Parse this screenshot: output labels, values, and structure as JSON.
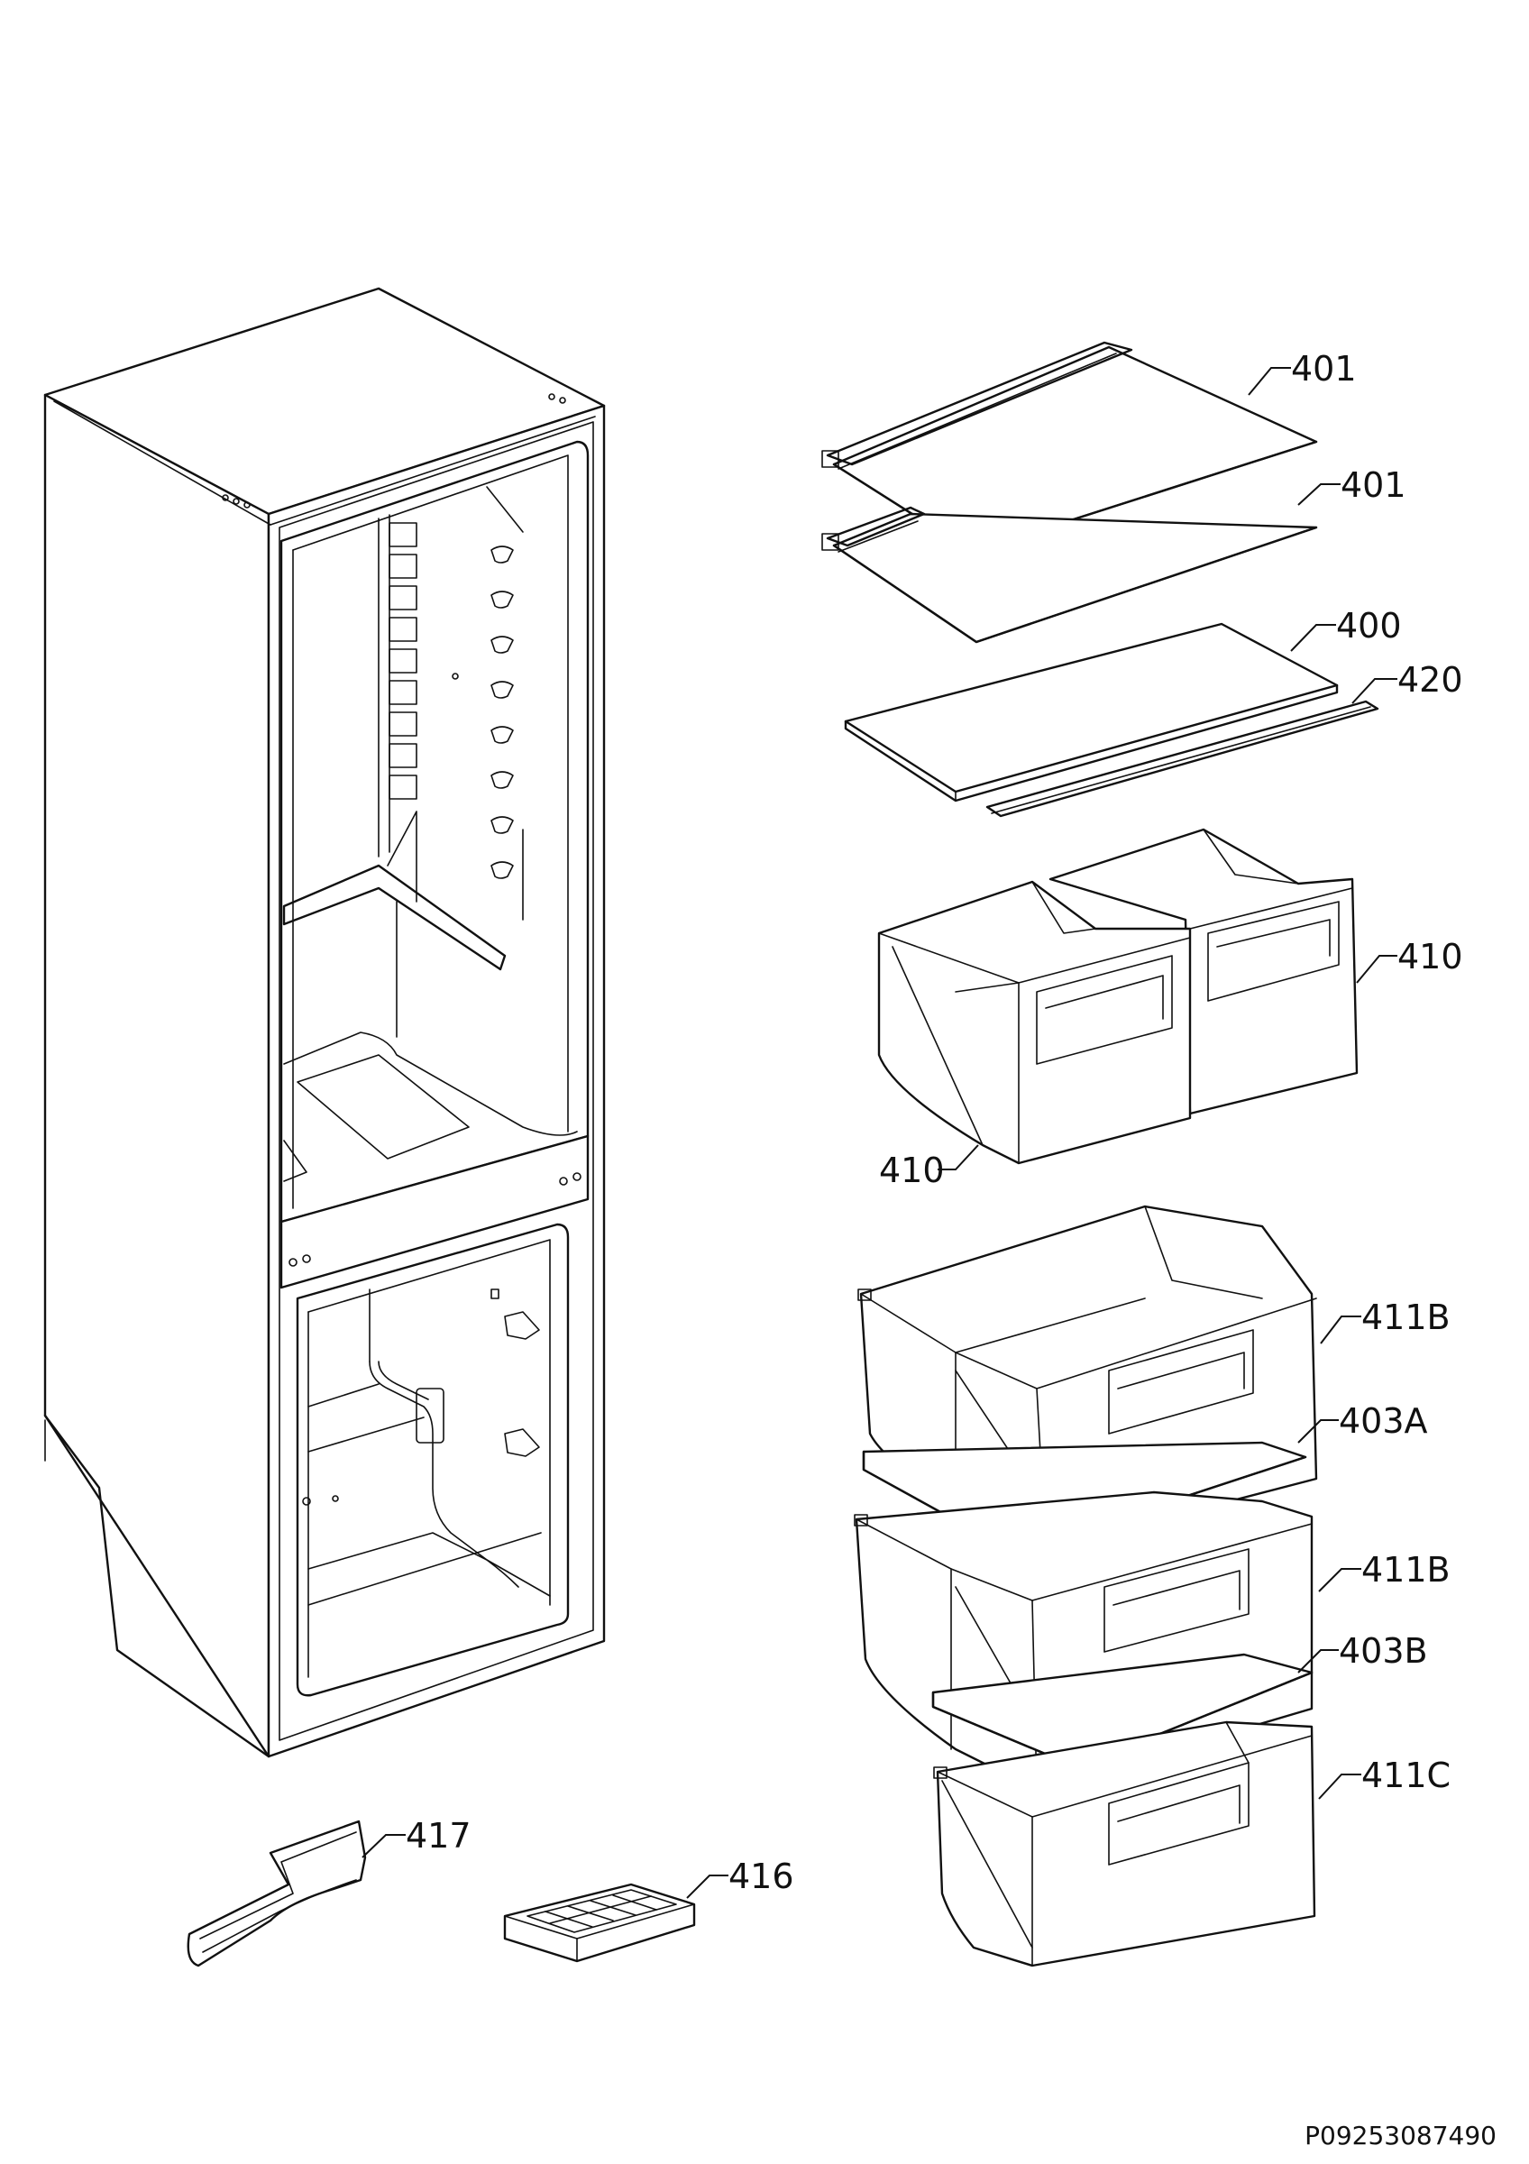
{
  "labels": {
    "p401a": "401",
    "p401b": "401",
    "p400": "400",
    "p420": "420",
    "p410a": "410",
    "p410b": "410",
    "p411Ba": "411B",
    "p403A": "403A",
    "p411Bb": "411B",
    "p403B": "403B",
    "p411C": "411C",
    "p417": "417",
    "p416": "416"
  },
  "document_code": "P09253087490"
}
